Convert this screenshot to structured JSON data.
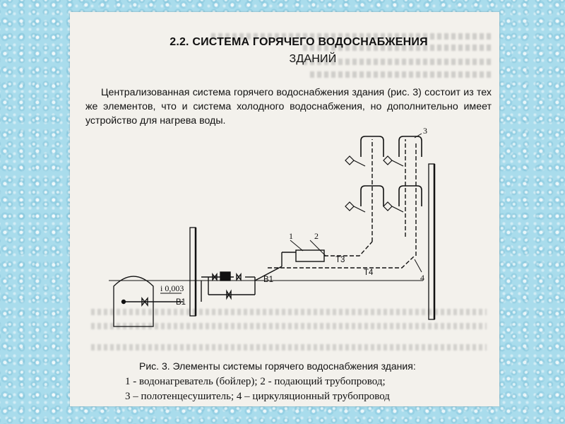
{
  "heading": {
    "line1": "2.2. СИСТЕМА ГОРЯЧЕГО ВОДОСНАБЖЕНИЯ",
    "line2": "ЗДАНИЙ"
  },
  "paragraph": "Централизованная система горячего водоснабжения здания (рис. 3) состоит из тех же элементов, что и система холодного водоснабжения, но дополнительно имеет устройство для нагрева воды.",
  "figure": {
    "labels": {
      "n1": "1",
      "n2": "2",
      "n3": "3",
      "n4": "4",
      "t3": "Т3",
      "t4": "Т4",
      "b1_left": "В1",
      "b1_right": "В1",
      "slope": "i 0,003"
    }
  },
  "caption": {
    "title": "Рис. 3. Элементы системы горячего водоснабжения здания:",
    "line1": "1 - водонагреватель  (бойлер);  2 - подающий  трубопровод;",
    "line2": "3 – полотенцесушитель; 4 – циркуляционный  трубопровод"
  }
}
